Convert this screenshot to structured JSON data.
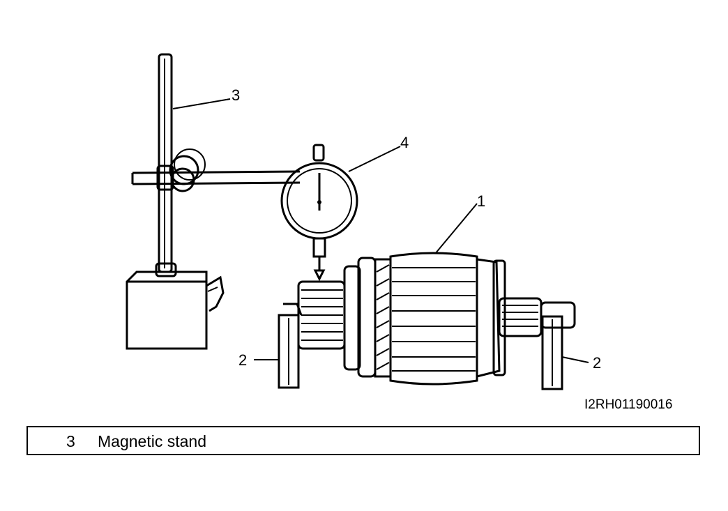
{
  "figure": {
    "callouts": [
      {
        "id": "label-1",
        "text": "1"
      },
      {
        "id": "label-2-left",
        "text": "2"
      },
      {
        "id": "label-2-right",
        "text": "2"
      },
      {
        "id": "label-3",
        "text": "3"
      },
      {
        "id": "label-4",
        "text": "4"
      }
    ],
    "figure_id": "I2RH01190016"
  },
  "legend": {
    "number": "3",
    "text": "Magnetic stand"
  }
}
